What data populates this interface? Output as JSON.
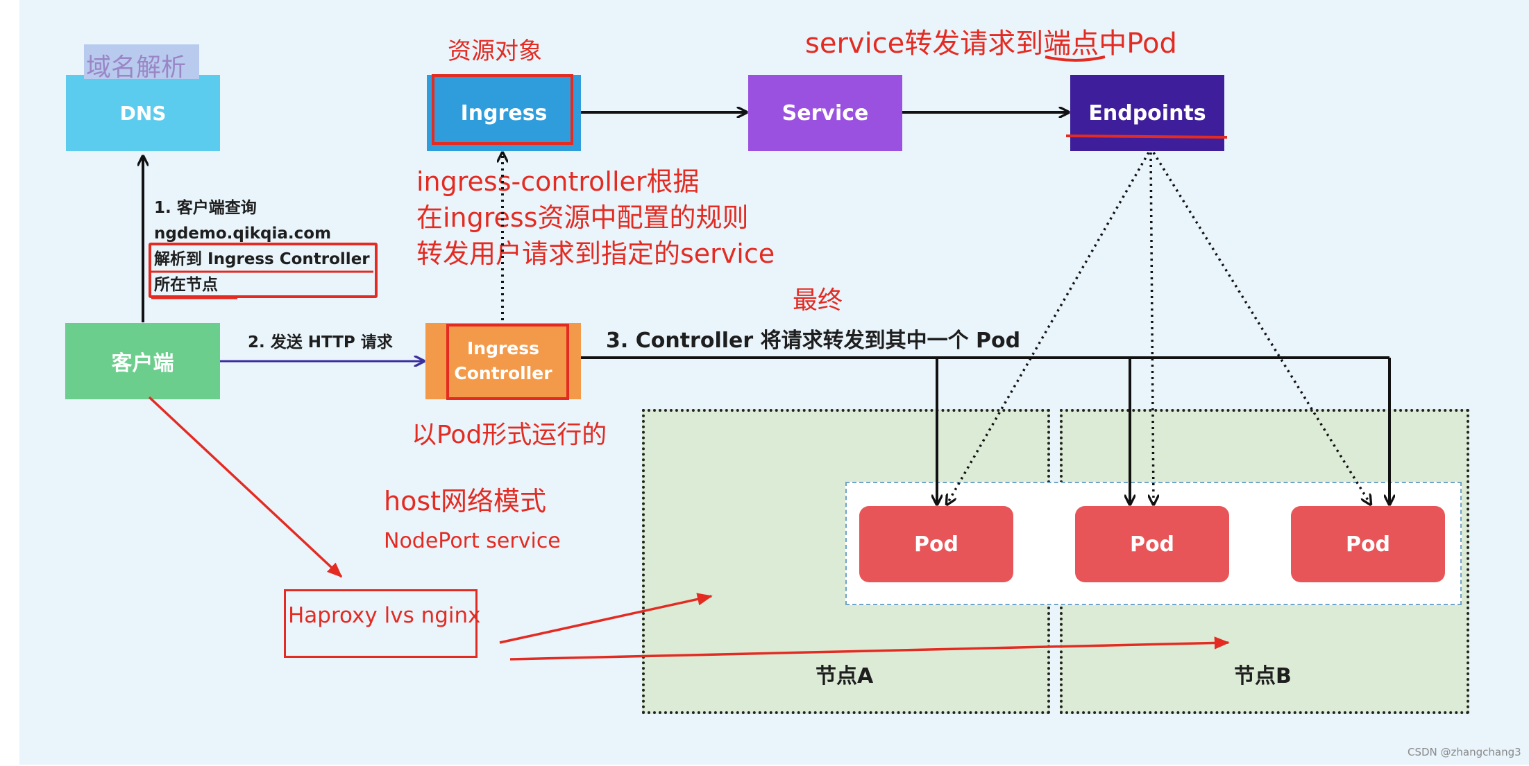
{
  "labels": {
    "domain_parse": "域名解析",
    "resource_object": "资源对象",
    "service_forward": "service转发请求到端点中Pod",
    "ingress_controller_desc_1": "ingress-controller根据",
    "ingress_controller_desc_2": "在ingress资源中配置的规则",
    "ingress_controller_desc_3": "转发用户请求到指定的service",
    "final": "最终",
    "run_as_pod": "以Pod形式运行的",
    "host_network": "host网络模式",
    "nodeport": "NodePort service",
    "haproxy": "Haproxy lvs nginx"
  },
  "steps": {
    "step1_line1": "1. 客户端查询",
    "step1_line2": "ngdemo.qikqia.com",
    "step1_line3": "解析到 Ingress Controller",
    "step1_line4": "所在节点",
    "step2": "2. 发送 HTTP 请求",
    "step3": "3. Controller 将请求转发到其中一个 Pod"
  },
  "boxes": {
    "dns": "DNS",
    "ingress": "Ingress",
    "service": "Service",
    "endpoints": "Endpoints",
    "client": "客户端",
    "controller_line1": "Ingress",
    "controller_line2": "Controller",
    "pod_a": "Pod",
    "pod_b": "Pod",
    "pod_c": "Pod",
    "node_a": "节点A",
    "node_b": "节点B"
  },
  "watermark": "CSDN @zhangchang3",
  "colors": {
    "dns": "#5bcbee",
    "ingress": "#2f9ddb",
    "service": "#9b51e0",
    "endpoints": "#3e1e9a",
    "client": "#6cce8c",
    "controller": "#f39a4a",
    "pod": "#e85558",
    "node_bg": "#dcebd6",
    "annotation": "#e32b22"
  }
}
